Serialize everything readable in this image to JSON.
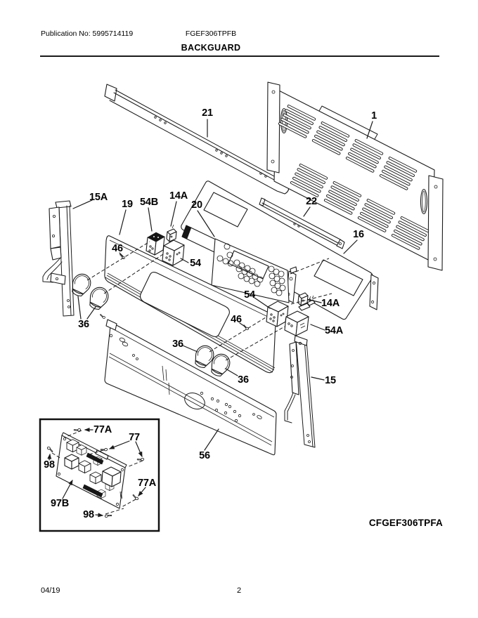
{
  "header": {
    "publication": "Publication No: 5995714119",
    "model": "FGEF306TPFB",
    "section_title": "BACKGUARD"
  },
  "diagram": {
    "variant_code": "CFGEF306TPFA",
    "stroke_color": "#1a1a1a",
    "callouts": [
      {
        "part": "21"
      },
      {
        "part": "1"
      },
      {
        "part": "15A"
      },
      {
        "part": "19"
      },
      {
        "part": "54B"
      },
      {
        "part": "14A"
      },
      {
        "part": "20"
      },
      {
        "part": "22"
      },
      {
        "part": "16"
      },
      {
        "part": "46"
      },
      {
        "part": "54"
      },
      {
        "part": "54"
      },
      {
        "part": "14A"
      },
      {
        "part": "54A"
      },
      {
        "part": "46"
      },
      {
        "part": "36"
      },
      {
        "part": "36"
      },
      {
        "part": "36"
      },
      {
        "part": "15"
      },
      {
        "part": "56"
      },
      {
        "part": "77A"
      },
      {
        "part": "77"
      },
      {
        "part": "98"
      },
      {
        "part": "97B"
      },
      {
        "part": "98"
      },
      {
        "part": "77A"
      }
    ]
  },
  "footer": {
    "date": "04/19",
    "page": "2"
  }
}
